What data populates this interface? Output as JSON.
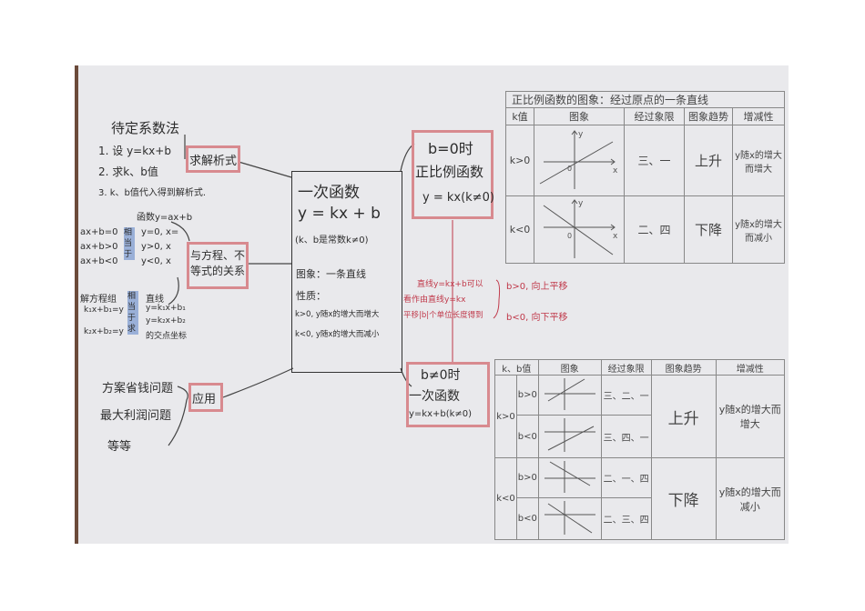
{
  "center": {
    "title": "一次函数",
    "formula": "y = kx + b",
    "cond": "(k、b是常数k≠0)",
    "graph": "图象：一条直线",
    "prop_label": "性质：",
    "prop1": "k>0, y随x的增大而增大",
    "prop2": "k<0, y随x的增大而减小"
  },
  "left": {
    "method": "待定系数法",
    "steps": [
      "1. 设 y=kx+b",
      "2. 求k、b值",
      "3. k、b值代入得到解析式."
    ],
    "node1": "求解析式",
    "func": "函数y=ax+b",
    "eqs": [
      "ax+b=0",
      "ax+b>0",
      "ax+b<0"
    ],
    "equiv": "相当于",
    "conds": [
      "y=0, x=",
      "y>0, x",
      "y<0, x"
    ],
    "node2": "与方程、不等式的关系",
    "sys": "解方程组",
    "sys_eqs": [
      "k₁x+b₁=y",
      "k₂x+b₂=y"
    ],
    "equiv2": "相当于求",
    "lines": [
      "直线",
      "y=k₁x+b₁",
      "y=k₂x+b₂",
      "的交点坐标"
    ],
    "node3": "应用",
    "apps": [
      "方案省钱问题",
      "最大利润问题",
      "等等"
    ]
  },
  "prop": {
    "line1": "b=0时",
    "line2": "正比例函数",
    "line3": "y = kx(k≠0)"
  },
  "linear": {
    "line1": "b≠0时",
    "line2": "一次函数",
    "line3": "y=kx+b(k≠0)"
  },
  "shift": {
    "text": [
      "直线y=kx+b可以",
      "看作由直线y=kx",
      "平移|b|个单位长度得到"
    ],
    "up": "b>0, 向上平移",
    "down": "b<0, 向下平移"
  },
  "table1": {
    "title": "正比例函数的图象：经过原点的一条直线",
    "headers": [
      "k值",
      "图象",
      "经过象限",
      "图象趋势",
      "增减性"
    ],
    "rows": [
      {
        "k": "k>0",
        "quad": "三、一",
        "trend": "上升",
        "mono": "y随x的增大而增大"
      },
      {
        "k": "k<0",
        "quad": "二、四",
        "trend": "下降",
        "mono": "y随x的增大而减小"
      }
    ]
  },
  "table2": {
    "headers": [
      "k、b值",
      "图象",
      "经过象限",
      "图象趋势",
      "增减性"
    ],
    "groups": [
      {
        "k": "k>0",
        "trend": "上升",
        "mono": "y随x的增大而增大",
        "rows": [
          {
            "b": "b>0",
            "quad": "三、二、一"
          },
          {
            "b": "b<0",
            "quad": "三、四、一"
          }
        ]
      },
      {
        "k": "k<0",
        "trend": "下降",
        "mono": "y随x的增大而减小",
        "rows": [
          {
            "b": "b>0",
            "quad": "二、一、四"
          },
          {
            "b": "b<0",
            "quad": "二、三、四"
          }
        ]
      }
    ]
  },
  "axis": {
    "x": "x",
    "y": "y",
    "o": "0"
  },
  "colors": {
    "paper": "#e9e9ec",
    "red": "#c0394a",
    "ink": "#2d2d2d"
  }
}
